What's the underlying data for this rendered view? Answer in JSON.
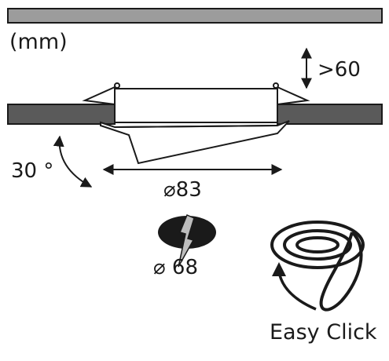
{
  "labels": {
    "unit": "(mm)",
    "min_depth": ">60",
    "tilt_angle": "30 °",
    "outer_diameter": "⌀83",
    "cutout_diameter": "⌀ 68",
    "mount_system": "Easy Click"
  },
  "icons": {
    "drill": "drill-icon",
    "easy_click": "spring-clip-icon"
  },
  "colors": {
    "ceiling": "#5a5a5a",
    "top_bar": "#9c9c9c",
    "line": "#1a1a1a",
    "background": "#ffffff"
  }
}
